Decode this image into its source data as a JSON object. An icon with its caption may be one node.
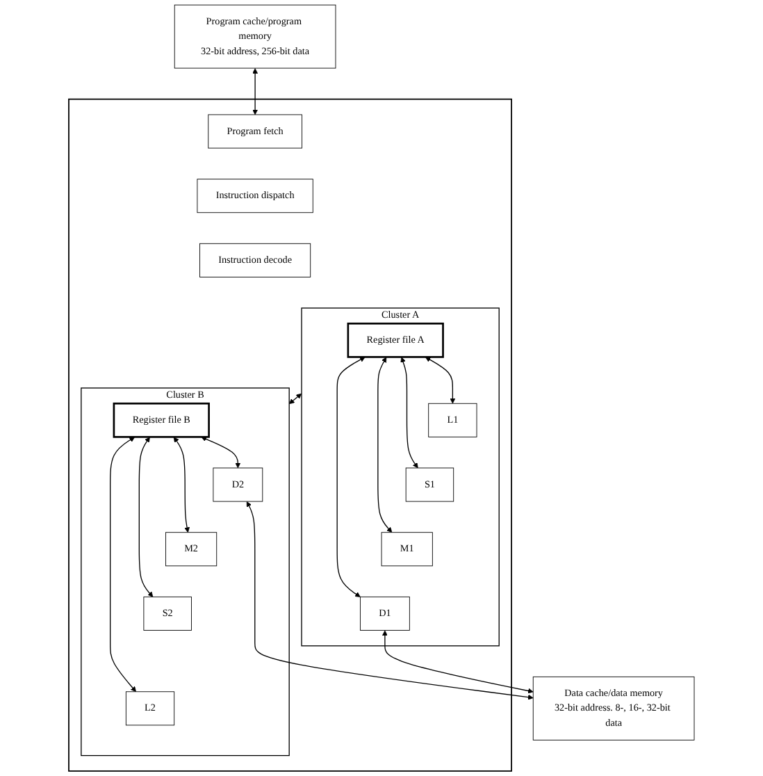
{
  "diagram": {
    "nodes": [
      {
        "text": [
          "Program cache/program memory",
          "32-bit address, 256-bit data"
        ]
      },
      {
        "text": [],
        "shape": "box"
      },
      {
        "text": [
          "Program fetch"
        ],
        "in": 1
      },
      {
        "text": [
          "Instruction dispatch"
        ],
        "in": 1
      },
      {
        "text": [
          "Instruction decode"
        ],
        "in": 1
      },
      {
        "text": [
          "Cluster A"
        ],
        "in": 1
      },
      {
        "text": [
          "Register file A"
        ],
        "in": 5
      },
      {
        "text": [
          "L1"
        ],
        "in": 5
      },
      {
        "text": [
          "S1"
        ],
        "in": 5
      },
      {
        "text": [
          "M1"
        ],
        "in": 5
      },
      {
        "text": [
          "D1"
        ],
        "in": 5
      },
      {
        "text": [
          "Cluster B"
        ],
        "in": 1
      },
      {
        "text": [
          "Register file B"
        ],
        "in": 11
      },
      {
        "text": [
          "D2"
        ],
        "in": 11
      },
      {
        "text": [
          "M2"
        ],
        "in": 11
      },
      {
        "text": [
          "S2"
        ],
        "in": 11
      },
      {
        "text": [
          "L2"
        ],
        "in": 11
      },
      {
        "text": [
          "Data cache/data memory",
          "32-bit address. 8-, 16-, 32-bit data"
        ]
      }
    ],
    "edges": [
      {
        "from": 0,
        "to": 2,
        "arrow": "both"
      },
      {
        "from": 6,
        "to": 7,
        "arrow": "both"
      },
      {
        "from": 6,
        "to": 8,
        "arrow": "both"
      },
      {
        "from": 6,
        "to": 9,
        "arrow": "both"
      },
      {
        "from": 6,
        "to": 10,
        "arrow": "both"
      },
      {
        "from": 5,
        "to": 11,
        "arrow": "both"
      },
      {
        "from": 12,
        "to": 13,
        "arrow": "both"
      },
      {
        "from": 12,
        "to": 14,
        "arrow": "both"
      },
      {
        "from": 12,
        "to": 15,
        "arrow": "both"
      },
      {
        "from": 12,
        "to": 16,
        "arrow": "both"
      },
      {
        "from": 10,
        "to": 17,
        "arrow": "both"
      },
      {
        "from": 13,
        "to": 17,
        "arrow": "both"
      }
    ]
  }
}
